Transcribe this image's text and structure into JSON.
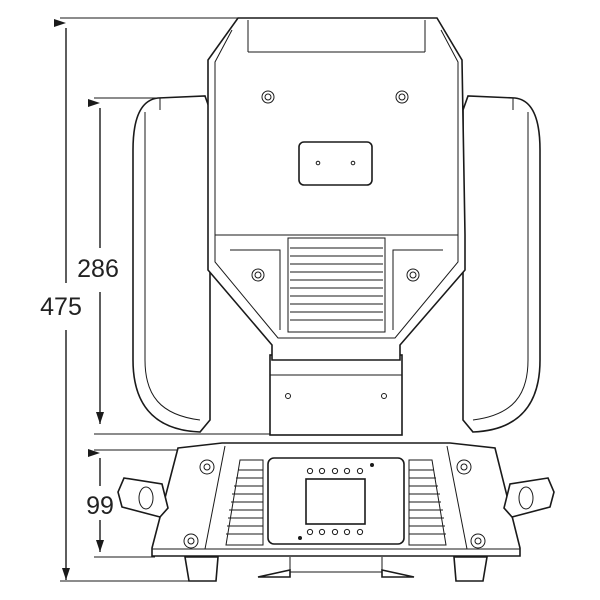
{
  "dimensions": {
    "overall_height": "475",
    "head_height": "286",
    "base_height": "99"
  },
  "colors": {
    "line": "#1a1a1a",
    "background": "#ffffff"
  }
}
